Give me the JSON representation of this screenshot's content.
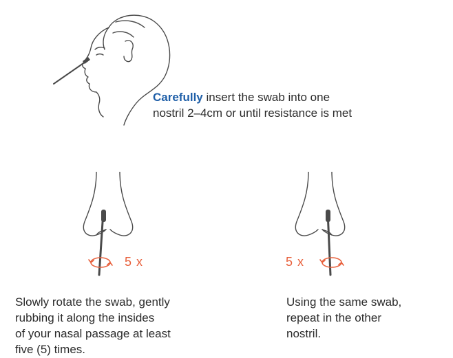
{
  "colors": {
    "accent": "#1f5fa8",
    "rotation": "#e8603c",
    "line": "#4a4a4a"
  },
  "step1": {
    "emphasis": "Carefully",
    "text_line1": " insert the swab into one",
    "text_line2": "nostril 2–4cm or until resistance is met",
    "icon": "head-profile-with-swab"
  },
  "step2": {
    "count_label": "5 x",
    "lines": [
      "Slowly rotate the swab, gently",
      "rubbing it along the insides",
      "of your nasal passage at least",
      "five (5) times."
    ],
    "icon": "nose-with-rotating-swab"
  },
  "step3": {
    "count_label": "5 x",
    "lines": [
      "Using the same swab,",
      "repeat in the other",
      "nostril."
    ],
    "icon": "nose-with-rotating-swab"
  }
}
